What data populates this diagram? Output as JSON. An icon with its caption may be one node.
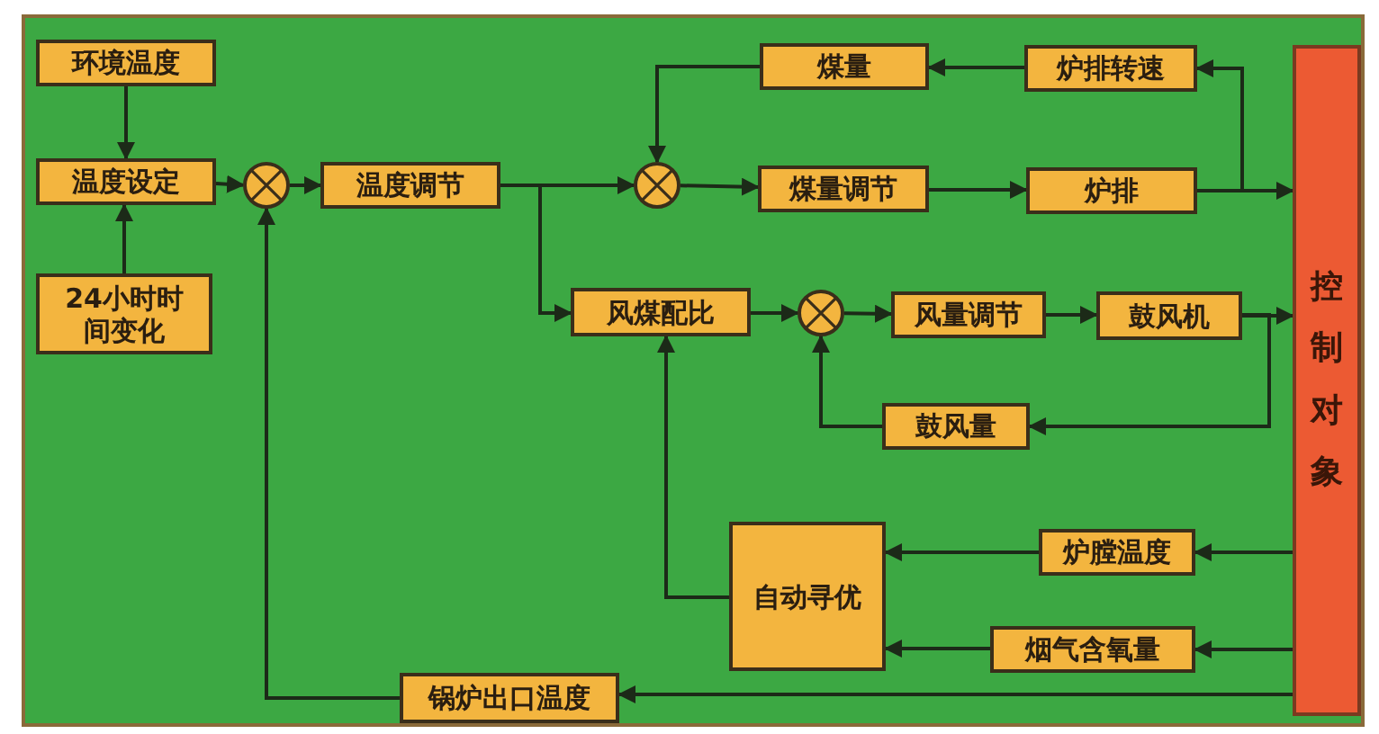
{
  "diagram": {
    "nodes": [
      {
        "text": [
          "环境温度"
        ]
      },
      {
        "text": [
          "温度设定"
        ]
      },
      {
        "text": [
          "24小时时间变化"
        ]
      },
      {
        "text": [],
        "shape": "circle"
      },
      {
        "text": [
          "温度调节"
        ]
      },
      {
        "text": [],
        "shape": "circle"
      },
      {
        "text": [
          "煤量"
        ]
      },
      {
        "text": [
          "炉排转速"
        ]
      },
      {
        "text": [
          "煤量调节"
        ]
      },
      {
        "text": [
          "炉排"
        ]
      },
      {
        "text": [
          "控制对象"
        ]
      },
      {
        "text": [
          "风煤配比"
        ]
      },
      {
        "text": [],
        "shape": "circle"
      },
      {
        "text": [
          "风量调节"
        ]
      },
      {
        "text": [
          "鼓风机"
        ]
      },
      {
        "text": [
          "鼓风量"
        ]
      },
      {
        "text": [
          "自动寻优"
        ]
      },
      {
        "text": [
          "炉膛温度"
        ]
      },
      {
        "text": [
          "烟气含氧量"
        ]
      },
      {
        "text": [
          "锅炉出口温度"
        ]
      }
    ],
    "edges": [
      {
        "from": 0,
        "to": 1,
        "arrow": "to"
      },
      {
        "from": 2,
        "to": 1,
        "arrow": "to"
      },
      {
        "from": 1,
        "to": 3,
        "arrow": "to"
      },
      {
        "from": 3,
        "to": 4,
        "arrow": "to"
      },
      {
        "from": 4,
        "to": 5,
        "arrow": "to"
      },
      {
        "from": 4,
        "to": 11,
        "arrow": "to"
      },
      {
        "from": 5,
        "to": 8,
        "arrow": "to"
      },
      {
        "from": 8,
        "to": 9,
        "arrow": "to"
      },
      {
        "from": 9,
        "to": 10,
        "arrow": "to"
      },
      {
        "from": 9,
        "to": 7,
        "arrow": "to"
      },
      {
        "from": 7,
        "to": 6,
        "arrow": "to"
      },
      {
        "from": 6,
        "to": 5,
        "arrow": "to"
      },
      {
        "from": 11,
        "to": 12,
        "arrow": "to"
      },
      {
        "from": 12,
        "to": 13,
        "arrow": "to"
      },
      {
        "from": 13,
        "to": 14,
        "arrow": "to"
      },
      {
        "from": 14,
        "to": 10,
        "arrow": "to"
      },
      {
        "from": 14,
        "to": 15,
        "arrow": "to"
      },
      {
        "from": 15,
        "to": 12,
        "arrow": "to"
      },
      {
        "from": 10,
        "to": 17,
        "arrow": "to"
      },
      {
        "from": 17,
        "to": 16,
        "arrow": "to"
      },
      {
        "from": 10,
        "to": 18,
        "arrow": "to"
      },
      {
        "from": 18,
        "to": 16,
        "arrow": "to"
      },
      {
        "from": 16,
        "to": 11,
        "arrow": "to"
      },
      {
        "from": 10,
        "to": 19,
        "arrow": "to"
      },
      {
        "from": 19,
        "to": 3,
        "arrow": "to"
      }
    ]
  }
}
